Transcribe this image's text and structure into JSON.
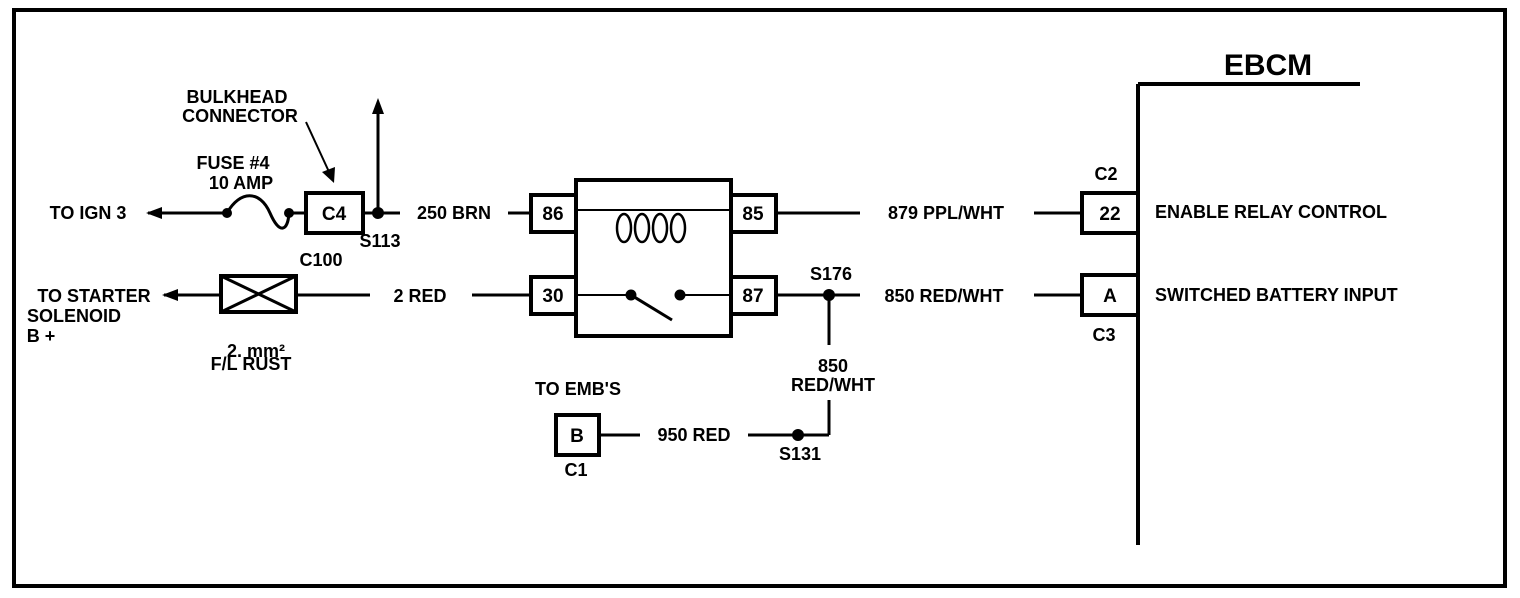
{
  "module": {
    "title": "EBCM"
  },
  "labels": {
    "to_ign": "TO IGN 3",
    "fuse_name": "FUSE #4",
    "fuse_rating": "10 AMP",
    "bulkhead_1": "BULKHEAD",
    "bulkhead_2": "CONNECTOR",
    "c100": "C100",
    "s113": "S113",
    "starter_1": "TO STARTER",
    "starter_2": "SOLENOID",
    "starter_3": "B +",
    "fl_size": "2. mm²",
    "fl_name": "F/L RUST",
    "to_embs": "TO EMB'S",
    "c1": "C1",
    "s131": "S131",
    "s176": "S176",
    "c2": "C2",
    "c3": "C3",
    "enable_relay": "ENABLE RELAY CONTROL",
    "switched_batt": "SWITCHED BATTERY INPUT"
  },
  "wires": {
    "w250": "250 BRN",
    "w2": "2 RED",
    "w879": "879 PPL/WHT",
    "w850": "850 RED/WHT",
    "w850_v1": "850",
    "w850_v2": "RED/WHT",
    "w950": "950 RED"
  },
  "pins": {
    "c4": "C4",
    "p86": "86",
    "p85": "85",
    "p30": "30",
    "p87": "87",
    "p22": "22",
    "pa": "A",
    "pb": "B"
  }
}
